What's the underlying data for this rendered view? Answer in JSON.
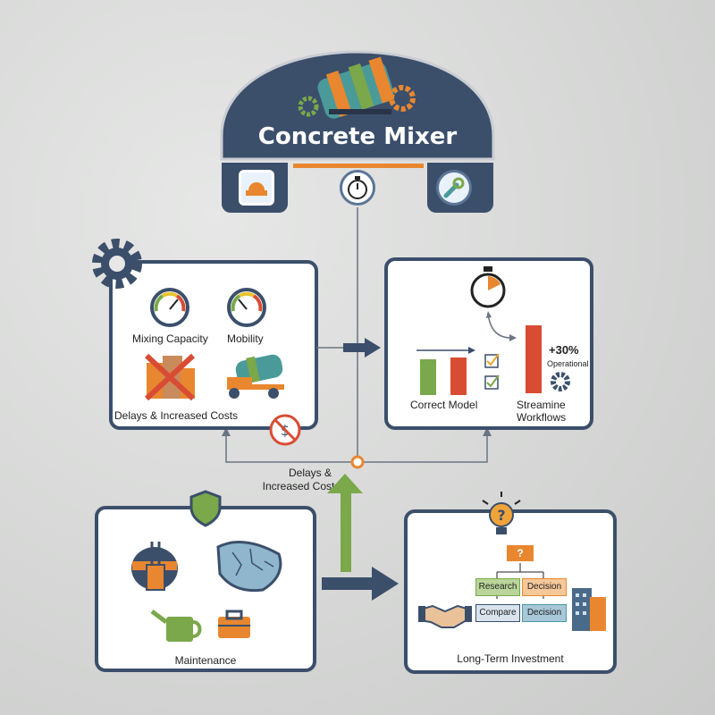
{
  "header": {
    "title": "Concrete Mixer",
    "tab_icons": [
      "hardhat-icon",
      "stopwatch-icon",
      "wrench-icon"
    ]
  },
  "problem_panel": {
    "gauge1_label": "Mixing Capacity",
    "gauge2_label": "Mobility",
    "caption": "Delays & Increased Costs"
  },
  "solution_panel": {
    "left_caption": "Correct Model",
    "right_caption_line1": "Streamine",
    "right_caption_line2": "Workflows",
    "stat_value": "+30%",
    "stat_label": "Operational"
  },
  "connector": {
    "label_line1": "Delays &",
    "label_line2": "Increased Costs"
  },
  "maintenance_panel": {
    "caption": "Maintenance"
  },
  "investment_panel": {
    "caption": "Long-Term Investment",
    "top_box": "?",
    "box_research": "Research",
    "box_decision_top": "Decision",
    "box_compare": "Compare",
    "box_decision_bottom": "Decision"
  },
  "colors": {
    "navy": "#3b4f6b",
    "orange": "#e8872f",
    "green": "#7aa84a",
    "red": "#d94c34",
    "teal": "#4a9a9a"
  }
}
